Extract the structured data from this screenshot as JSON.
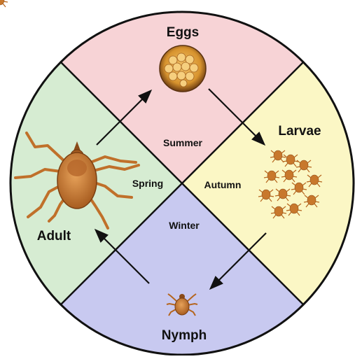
{
  "stages": {
    "eggs": "Eggs",
    "larvae": "Larvae",
    "nymph": "Nymph",
    "adult": "Adult"
  },
  "seasons": {
    "summer": "Summer",
    "autumn": "Autumn",
    "winter": "Winter",
    "spring": "Spring"
  },
  "colors": {
    "top_quadrant": "#f7d3d6",
    "right_quadrant": "#fbf7c5",
    "bottom_quadrant": "#c8c9f0",
    "left_quadrant": "#d6ecd2",
    "outline": "#111111",
    "tick_body": "#c8782c"
  },
  "icons": {
    "eggs": "tick-eggs-photo",
    "larvae": "tick-larvae-group",
    "nymph": "tick-nymph",
    "adult": "adult-tick"
  }
}
